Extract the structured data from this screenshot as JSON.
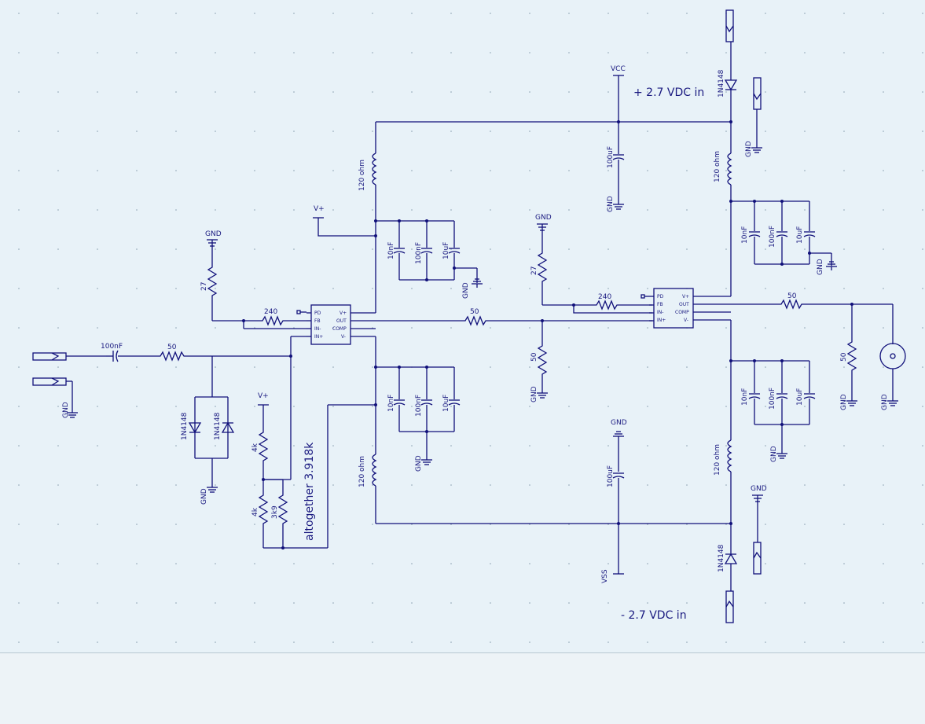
{
  "colors": {
    "wire": "#10107a",
    "background": "#e8f2f8",
    "outer": "#edf3f7"
  },
  "notes": {
    "vdc_pos": "+ 2.7 VDC in",
    "vdc_neg": "- 2.7 VDC in",
    "altogether": "altogether 3.918k"
  },
  "nets": {
    "vcc": "VCC",
    "vss": "VSS",
    "gnd": "GND",
    "vplus": "V+"
  },
  "components": {
    "c_in": "100nF",
    "r_series": "50",
    "d": "1N4148",
    "r27": "27",
    "r240": "240",
    "r4k": "4k",
    "r3k9": "3k9",
    "ind": "120 ohm",
    "c10n": "10nF",
    "c100n": "100nF",
    "c10u": "10uF",
    "c100u": "100uF"
  },
  "ic_pins_left": [
    "PD",
    "FB",
    "IN-",
    "IN+"
  ],
  "ic_pins_right": [
    "V+",
    "OUT",
    "COMP",
    "V-"
  ]
}
